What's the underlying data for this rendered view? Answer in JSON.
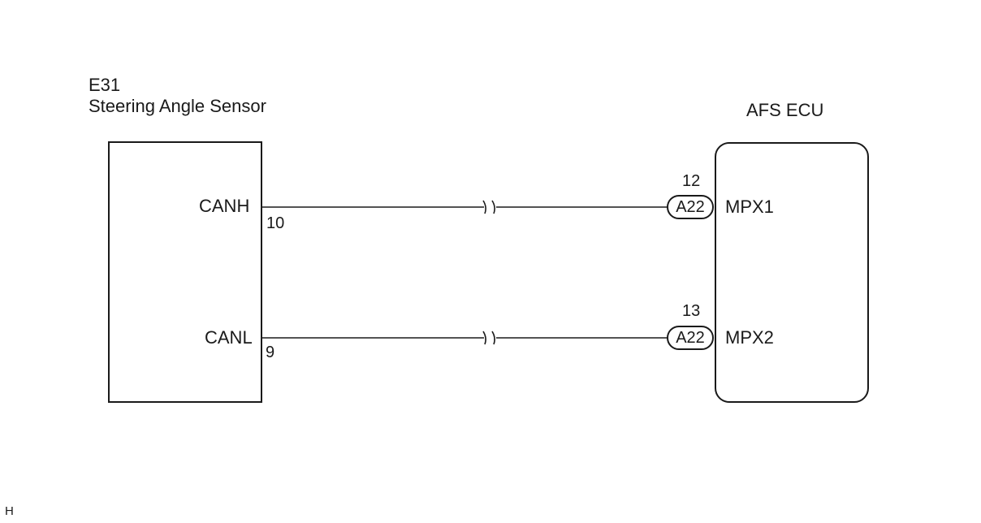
{
  "sensor": {
    "code": "E31",
    "name": "Steering Angle Sensor",
    "terminals": [
      {
        "signal": "CANH",
        "pin": "10"
      },
      {
        "signal": "CANL",
        "pin": "9"
      }
    ]
  },
  "ecu": {
    "name": "AFS ECU",
    "terminals": [
      {
        "pin": "12",
        "connector": "A22",
        "signal": "MPX1"
      },
      {
        "pin": "13",
        "connector": "A22",
        "signal": "MPX2"
      }
    ]
  },
  "footer": {
    "code": "H"
  }
}
